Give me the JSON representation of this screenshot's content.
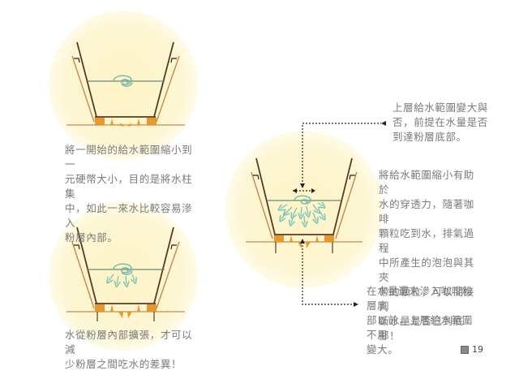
{
  "figure": {
    "label": "圖 19",
    "label_icon": "figure-icon",
    "number": "19",
    "colors": {
      "circle_fill": "#fdf6d0",
      "dripper_wall": "#5a3a22",
      "filter_paper": "#c8874a",
      "coffee_bed": "#e8962e",
      "base_line": "#c8a060",
      "water_line": "#5e8a80",
      "water_swirl": "#6fb8b0",
      "water_arrows": "#7cc6bc",
      "dotted_leader": "#222222",
      "caption_text": "#7a7a7a"
    }
  },
  "panels": [
    {
      "id": "panel-1",
      "caption": "將一開始的給水範圍縮小到一元硬幣大小，目的是將水柱集中，如此一來水比較容易滲入粉層內部。",
      "caption_lines": [
        "將一開始的給水範圍縮小到一",
        "元硬幣大小，目的是將水柱集",
        "中，如此一來水比較容易滲入",
        "粉層內部。"
      ],
      "illustration": "dripper-with-swirl"
    },
    {
      "id": "panel-2",
      "caption": "水從粉層內部擴張，才可以減少粉層之間吃水的差異！",
      "caption_lines": [
        "水從粉層內部擴張，才可以減",
        "少粉層之間吃水的差異！"
      ],
      "illustration": "dripper-with-swirl-and-down-arrows"
    },
    {
      "id": "panel-3",
      "illustration": "dripper-with-spreading-arrows-and-leaders",
      "annotations": [
        {
          "id": "note-top",
          "caption_lines": [
            "上層給水範圍變大與",
            "否，前提在水量是否",
            "到達粉層底部。"
          ]
        },
        {
          "id": "note-middle",
          "caption_lines": [
            "將給水範圍縮小有助於",
            "水的穿透力，隨著咖啡",
            "顆粒吃到水，排氣過程",
            "中所產生的泡泡與其夾",
            "帶的顆粒，可以間接判",
            "斷水量是否已到底部！"
          ]
        },
        {
          "id": "note-bottom",
          "caption_lines": [
            "在水量還未滲入咖啡粉層底",
            "部以前，上層給水範圍不用",
            "變大。"
          ]
        }
      ]
    }
  ]
}
